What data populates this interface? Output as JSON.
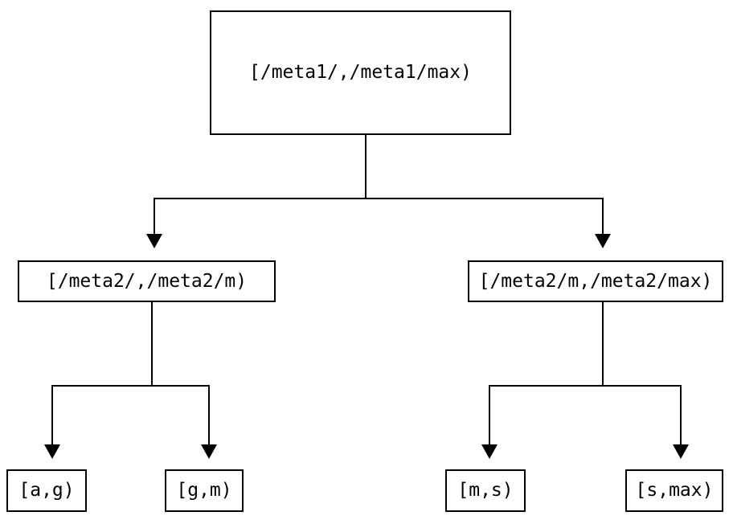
{
  "diagram": {
    "background_color": "#ffffff",
    "line_color": "#000000",
    "text_color": "#000000",
    "nodes": {
      "root": {
        "label": "[/meta1/,/meta1/max)"
      },
      "meta2_low": {
        "label": "[/meta2/,/meta2/m)"
      },
      "meta2_high": {
        "label": "[/meta2/m,/meta2/max)"
      },
      "leaf_a_g": {
        "label": "[a,g)"
      },
      "leaf_g_m": {
        "label": "[g,m)"
      },
      "leaf_m_s": {
        "label": "[m,s)"
      },
      "leaf_s_max": {
        "label": "[s,max)"
      }
    }
  }
}
